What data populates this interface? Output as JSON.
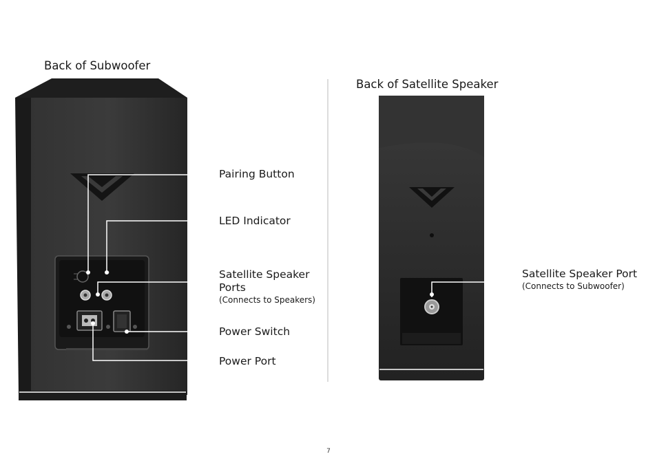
{
  "subwoofer": {
    "title": "Back of Subwoofer",
    "labels": {
      "pairing_button": "Pairing Button",
      "led_indicator": "LED Indicator",
      "satellite_ports": "Satellite Speaker Ports",
      "satellite_ports_note": "(Connects to Speakers)",
      "power_switch": "Power Switch",
      "power_port": "Power Port"
    }
  },
  "satellite": {
    "title": "Back of Satellite Speaker",
    "labels": {
      "port": "Satellite Speaker Port",
      "port_note": "(Connects to Subwoofer)"
    }
  },
  "page_number": "7",
  "colors": {
    "speaker_body": "#2b2b2b",
    "speaker_highlight": "#3a3a3a",
    "callout_line": "#ffffff",
    "text": "#1a1a1a"
  }
}
